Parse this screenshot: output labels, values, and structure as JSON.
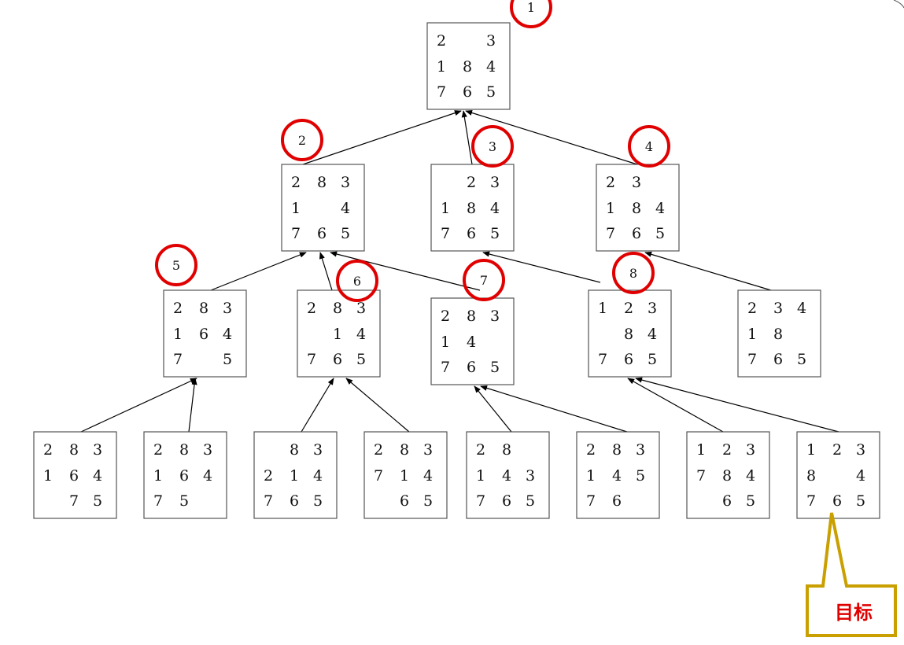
{
  "states": [
    {
      "id": "s1",
      "cells": [
        [
          "2",
          "",
          "3"
        ],
        [
          "1",
          "8",
          "4"
        ],
        [
          "7",
          "6",
          "5"
        ]
      ]
    },
    {
      "id": "s2",
      "cells": [
        [
          "2",
          "8",
          "3"
        ],
        [
          "1",
          "",
          "4"
        ],
        [
          "7",
          "6",
          "5"
        ]
      ]
    },
    {
      "id": "s3",
      "cells": [
        [
          "",
          "2",
          "3"
        ],
        [
          "1",
          "8",
          "4"
        ],
        [
          "7",
          "6",
          "5"
        ]
      ]
    },
    {
      "id": "s4",
      "cells": [
        [
          "2",
          "3",
          ""
        ],
        [
          "1",
          "8",
          "4"
        ],
        [
          "7",
          "6",
          "5"
        ]
      ]
    },
    {
      "id": "s5",
      "cells": [
        [
          "2",
          "8",
          "3"
        ],
        [
          "1",
          "6",
          "4"
        ],
        [
          "7",
          "",
          "5"
        ]
      ]
    },
    {
      "id": "s6",
      "cells": [
        [
          "2",
          "8",
          "3"
        ],
        [
          "",
          "1",
          "4"
        ],
        [
          "7",
          "6",
          "5"
        ]
      ]
    },
    {
      "id": "s7",
      "cells": [
        [
          "2",
          "8",
          "3"
        ],
        [
          "1",
          "4",
          ""
        ],
        [
          "7",
          "6",
          "5"
        ]
      ]
    },
    {
      "id": "s8",
      "cells": [
        [
          "1",
          "2",
          "3"
        ],
        [
          "",
          "8",
          "4"
        ],
        [
          "7",
          "6",
          "5"
        ]
      ]
    },
    {
      "id": "s9",
      "cells": [
        [
          "2",
          "3",
          "4"
        ],
        [
          "1",
          "8",
          ""
        ],
        [
          "7",
          "6",
          "5"
        ]
      ]
    },
    {
      "id": "s10",
      "cells": [
        [
          "2",
          "8",
          "3"
        ],
        [
          "1",
          "6",
          "4"
        ],
        [
          "",
          "7",
          "5"
        ]
      ]
    },
    {
      "id": "s11",
      "cells": [
        [
          "2",
          "8",
          "3"
        ],
        [
          "1",
          "6",
          "4"
        ],
        [
          "7",
          "5",
          ""
        ]
      ]
    },
    {
      "id": "s12",
      "cells": [
        [
          "",
          "8",
          "3"
        ],
        [
          "2",
          "1",
          "4"
        ],
        [
          "7",
          "6",
          "5"
        ]
      ]
    },
    {
      "id": "s13",
      "cells": [
        [
          "2",
          "8",
          "3"
        ],
        [
          "7",
          "1",
          "4"
        ],
        [
          "",
          "6",
          "5"
        ]
      ]
    },
    {
      "id": "s14",
      "cells": [
        [
          "2",
          "8",
          ""
        ],
        [
          "1",
          "4",
          "3"
        ],
        [
          "7",
          "6",
          "5"
        ]
      ]
    },
    {
      "id": "s15",
      "cells": [
        [
          "2",
          "8",
          "3"
        ],
        [
          "1",
          "4",
          "5"
        ],
        [
          "7",
          "6",
          ""
        ]
      ]
    },
    {
      "id": "s16",
      "cells": [
        [
          "1",
          "2",
          "3"
        ],
        [
          "7",
          "8",
          "4"
        ],
        [
          "",
          "6",
          "5"
        ]
      ]
    },
    {
      "id": "s17",
      "cells": [
        [
          "1",
          "2",
          "3"
        ],
        [
          "8",
          "",
          "4"
        ],
        [
          "7",
          "6",
          "5"
        ]
      ]
    }
  ],
  "edges": [
    {
      "from": "s2",
      "to": "s1"
    },
    {
      "from": "s3",
      "to": "s1"
    },
    {
      "from": "s4",
      "to": "s1"
    },
    {
      "from": "s5",
      "to": "s2"
    },
    {
      "from": "s6",
      "to": "s2"
    },
    {
      "from": "s7",
      "to": "s2"
    },
    {
      "from": "s8",
      "to": "s3"
    },
    {
      "from": "s9",
      "to": "s4"
    },
    {
      "from": "s10",
      "to": "s5"
    },
    {
      "from": "s11",
      "to": "s5"
    },
    {
      "from": "s12",
      "to": "s6"
    },
    {
      "from": "s13",
      "to": "s6"
    },
    {
      "from": "s14",
      "to": "s7"
    },
    {
      "from": "s15",
      "to": "s7"
    },
    {
      "from": "s16",
      "to": "s8"
    },
    {
      "from": "s17",
      "to": "s8"
    }
  ],
  "markers": [
    {
      "label": "1"
    },
    {
      "label": "2"
    },
    {
      "label": "3"
    },
    {
      "label": "4"
    },
    {
      "label": "5"
    },
    {
      "label": "6"
    },
    {
      "label": "7"
    },
    {
      "label": "8"
    }
  ],
  "goal": {
    "label": "目标",
    "target": "s17"
  },
  "colors": {
    "marker": "#e00000",
    "goal_outline": "#c9a000",
    "goal_text": "#e00000"
  }
}
